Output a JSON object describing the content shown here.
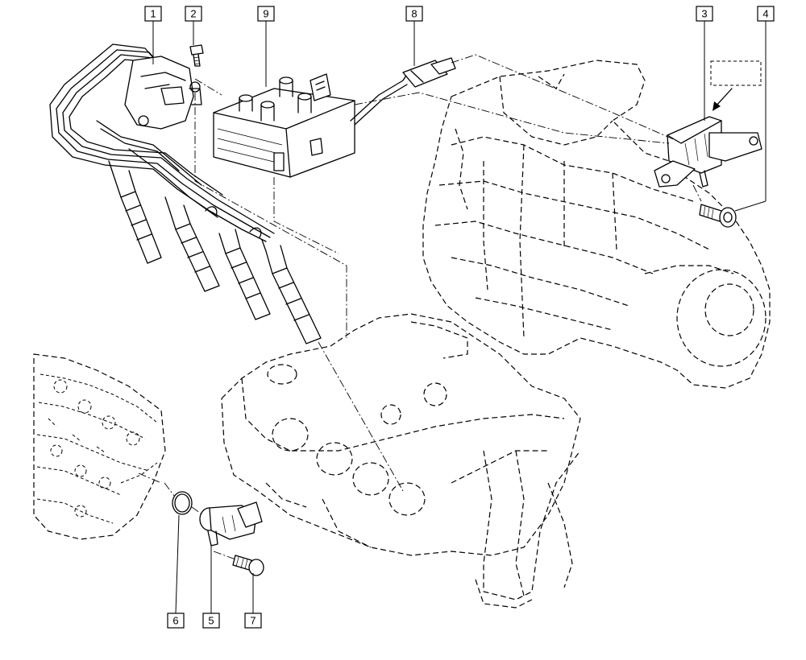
{
  "callouts": [
    {
      "id": "1",
      "label": "1"
    },
    {
      "id": "2",
      "label": "2"
    },
    {
      "id": "9",
      "label": "9"
    },
    {
      "id": "8",
      "label": "8"
    },
    {
      "id": "3",
      "label": "3"
    },
    {
      "id": "4",
      "label": "4"
    },
    {
      "id": "6",
      "label": "6"
    },
    {
      "id": "5",
      "label": "5"
    },
    {
      "id": "7",
      "label": "7"
    }
  ],
  "parts": {
    "ignition_leads": "ignition-leads-icon",
    "bolt_2": "bolt-icon",
    "ignition_coil": "ignition-coil-icon",
    "connector_wire": "connector-icon",
    "tdc_sensor": "sensor-icon",
    "bolt_4": "bolt-icon",
    "o_ring": "o-ring-icon",
    "camshaft_sensor": "sensor-icon",
    "bolt_7": "bolt-icon",
    "cylinder_head": "cylinder-head-icon",
    "gearbox": "gearbox-icon",
    "engine_block": "engine-block-icon"
  }
}
